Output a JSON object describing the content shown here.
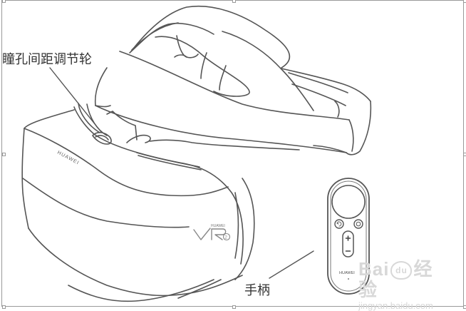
{
  "figure": {
    "subject": "Huawei VR 2 headset with controller, line illustration",
    "line_color": "#555555",
    "background": "#ffffff"
  },
  "labels": {
    "ipd_wheel": "瞳孔间距调节轮",
    "controller": "手柄"
  },
  "headset": {
    "brand_text": "HUAWEI",
    "logo_brand": "HUAWEI",
    "logo_model": "VR",
    "logo_version": "2"
  },
  "controller": {
    "back_button_icon": "back-arrow-icon",
    "home_button_icon": "circle-icon",
    "volume_up": "+",
    "volume_down": "−",
    "brand_text": "HUAWEI"
  },
  "watermark": {
    "brand_left": "Bai",
    "brand_paw": "du",
    "brand_right": "经验",
    "url": "jingyan.baidu.com"
  },
  "frame": {
    "border_color": "#9a9a9a",
    "handles": 8
  }
}
